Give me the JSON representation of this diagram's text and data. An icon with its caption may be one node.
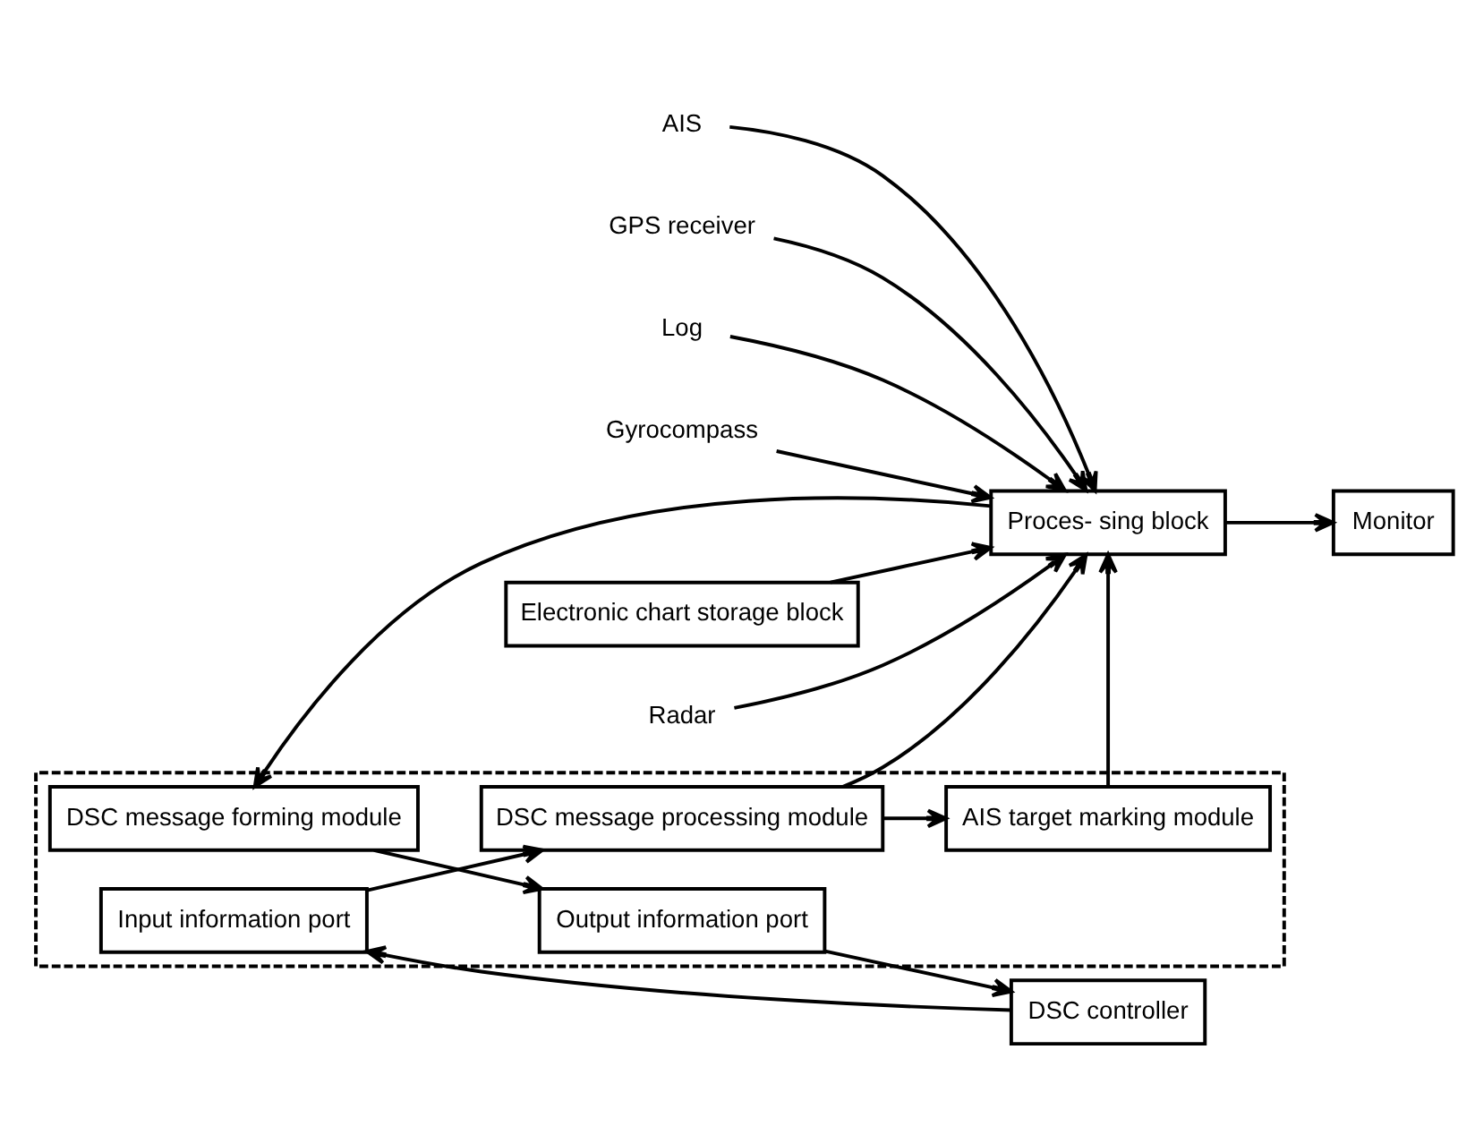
{
  "diagram": {
    "nodes": [
      {
        "text": [
          "Monitor"
        ]
      },
      {
        "text": [
          "Radar"
        ]
      },
      {
        "text": [
          "AIS"
        ]
      },
      {
        "text": [
          "GPS receiver"
        ]
      },
      {
        "text": [
          "Log"
        ]
      },
      {
        "text": [
          "Gyrocompass"
        ]
      },
      {
        "text": [
          "Proces- sing block"
        ]
      },
      {
        "text": [],
        "shape": "box"
      },
      {
        "text": [
          "AIS target marking module"
        ],
        "in": 7
      },
      {
        "text": [
          "DSC message processing module"
        ],
        "in": 7
      },
      {
        "text": [
          "DSC message forming module"
        ],
        "in": 7
      },
      {
        "text": [
          "Output information port"
        ],
        "in": 7
      },
      {
        "text": [
          "Input information port"
        ],
        "in": 7
      },
      {
        "text": [
          "Electronic chart storage block"
        ]
      },
      {
        "text": [
          "DSC controller"
        ]
      }
    ],
    "edges": [
      {
        "from": 6,
        "to": 0,
        "arrow": "to"
      },
      {
        "from": 1,
        "to": 6,
        "arrow": "to"
      },
      {
        "from": 2,
        "to": 6,
        "arrow": "to"
      },
      {
        "from": 3,
        "to": 6,
        "arrow": "to"
      },
      {
        "from": 4,
        "to": 6,
        "arrow": "to"
      },
      {
        "from": 5,
        "to": 6,
        "arrow": "to"
      },
      {
        "from": 8,
        "to": 6,
        "arrow": "to"
      },
      {
        "from": 9,
        "to": 6,
        "arrow": "to"
      },
      {
        "from": 6,
        "to": 10,
        "arrow": "to"
      },
      {
        "from": 13,
        "to": 6,
        "arrow": "to"
      },
      {
        "from": 9,
        "to": 8,
        "arrow": "to"
      },
      {
        "from": 10,
        "to": 11,
        "arrow": "to"
      },
      {
        "from": 11,
        "to": 14,
        "arrow": "to"
      },
      {
        "from": 14,
        "to": 12,
        "arrow": "to"
      },
      {
        "from": 12,
        "to": 9,
        "arrow": "to"
      }
    ]
  }
}
